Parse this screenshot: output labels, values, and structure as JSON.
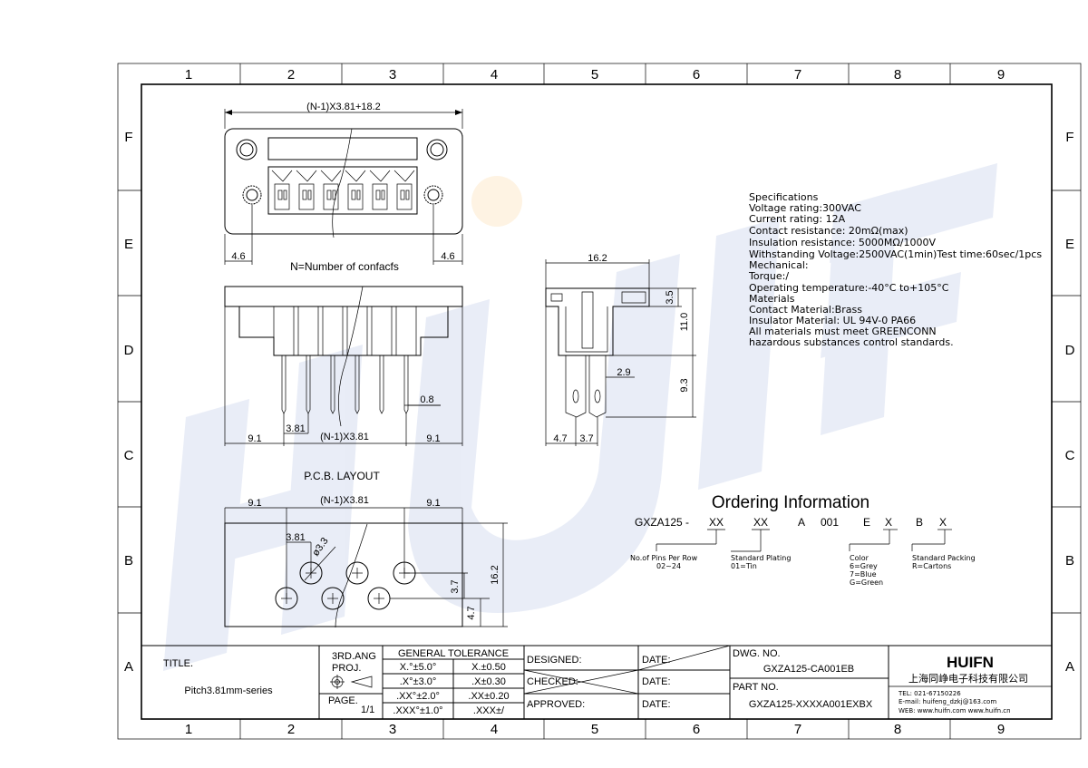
{
  "watermark": {
    "text": "HUIFN",
    "color": "#3b5bb5",
    "dot_color": "#f5a623"
  },
  "zones": {
    "columns": [
      "1",
      "2",
      "3",
      "4",
      "5",
      "6",
      "7",
      "8",
      "9"
    ],
    "rows": [
      "F",
      "E",
      "D",
      "C",
      "B",
      "A"
    ]
  },
  "top_view": {
    "overall_dim": "(N-1)X3.81+18.2",
    "left_offset": "4.6",
    "right_offset": "4.6",
    "caption": "N=Number of confacfs"
  },
  "front_view": {
    "pitch": "3.81",
    "pin_width": "0.8",
    "left_margin": "9.1",
    "span": "(N-1)X3.81",
    "right_margin": "9.1"
  },
  "side_view": {
    "width": "16.2",
    "d_3_5": "3.5",
    "d_11_0": "11.0",
    "d_2_9": "2.9",
    "d_9_3": "9.3",
    "d_4_7": "4.7",
    "d_3_7": "3.7"
  },
  "pcb_layout": {
    "title": "P.C.B. LAYOUT",
    "left_margin": "9.1",
    "span": "(N-1)X3.81",
    "right_margin": "9.1",
    "pitch": "3.81",
    "hole": "ø3.3",
    "d_3_7": "3.7",
    "d_4_7": "4.7",
    "height": "16.2"
  },
  "specifications": [
    "Specifications",
    "Voltage  rating:300VAC",
    "Current  rating:  12A",
    "Contact  resistance:  20mΩ(max)",
    "Insulation  resistance:  5000MΩ/1000V",
    "Withstanding  Voltage:2500VAC(1min)Test  time:60sec/1pcs",
    "Mechanical:",
    "Torque:/",
    "Operating  temperature:-40°C  to+105°C",
    "Materials",
    "Contact  Material:Brass",
    "Insulator  Material:  UL  94V-0  PA66",
    "All  materials  must  meet  GREENCONN",
    "hazardous  substances  control  standards."
  ],
  "ordering": {
    "title": "Ordering  Information",
    "code": {
      "prefix": "GXZA125  -",
      "pins": "XX",
      "plating": "XX",
      "a": "A",
      "num": "001",
      "e": "E",
      "color": "X",
      "b": "B",
      "packing": "X"
    },
    "pins_label": "No.of  Pins  Per  Row",
    "pins_range": "02~24",
    "plating_label": "Standard  Plating",
    "plating_value": "01=Tin",
    "color_label": "Color",
    "color_values": [
      "6=Grey",
      "7=Blue",
      "G=Green"
    ],
    "packing_label": "Standard  Packing",
    "packing_value": "R=Cartons"
  },
  "title_block": {
    "title_label": "TITLE.",
    "title_value": "Pitch3.81mm-series",
    "proj_label_1": "3RD.ANG",
    "proj_label_2": "PROJ.",
    "page_label": "PAGE.",
    "page_value": "1/1",
    "tolerance_title": "GENERAL  TOLERANCE",
    "tolerances": [
      [
        "X.°±5.0°",
        "X.±0.50"
      ],
      [
        ".X°±3.0°",
        ".X±0.30"
      ],
      [
        ".XX°±2.0°",
        ".XX±0.20"
      ],
      [
        ".XXX°±1.0°",
        ".XXX±/"
      ]
    ],
    "designed": "DESIGNED:",
    "checked": "CHECKED:",
    "approved": "APPROVED:",
    "date": "DATE:",
    "dwg_label": "DWG.  NO.",
    "dwg_value": "GXZA125-CA001EB",
    "part_label": "PART  NO.",
    "part_value": "GXZA125-XXXXA001EXBX",
    "company_logo": "HUIFN",
    "company_name": "上海同峥电子科技有限公司",
    "tel": "TEL:  021-67150226",
    "email": "E-mail:  huifeng_dzkj@163.com",
    "web": "WEB:  www.huifn.com   www.huifn.cn"
  }
}
